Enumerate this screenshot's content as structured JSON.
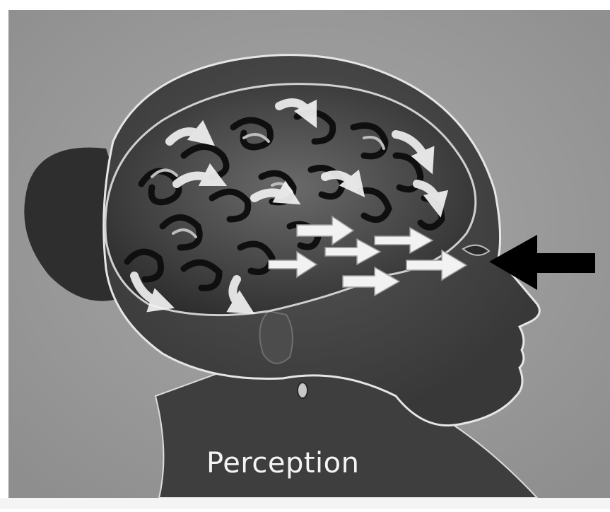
{
  "figure": {
    "caption": "Perception"
  },
  "colors": {
    "background_gray": "#9c9c9c",
    "silhouette": "#4a4a4a",
    "brain_dark": "#1c1c1c",
    "brain_light": "#b8b8b8",
    "arrow_light": "#f2f2f2",
    "arrow_black": "#000000"
  },
  "icons": [
    "head-silhouette",
    "brain-icon",
    "stimulus-arrow",
    "thought-arrow"
  ]
}
